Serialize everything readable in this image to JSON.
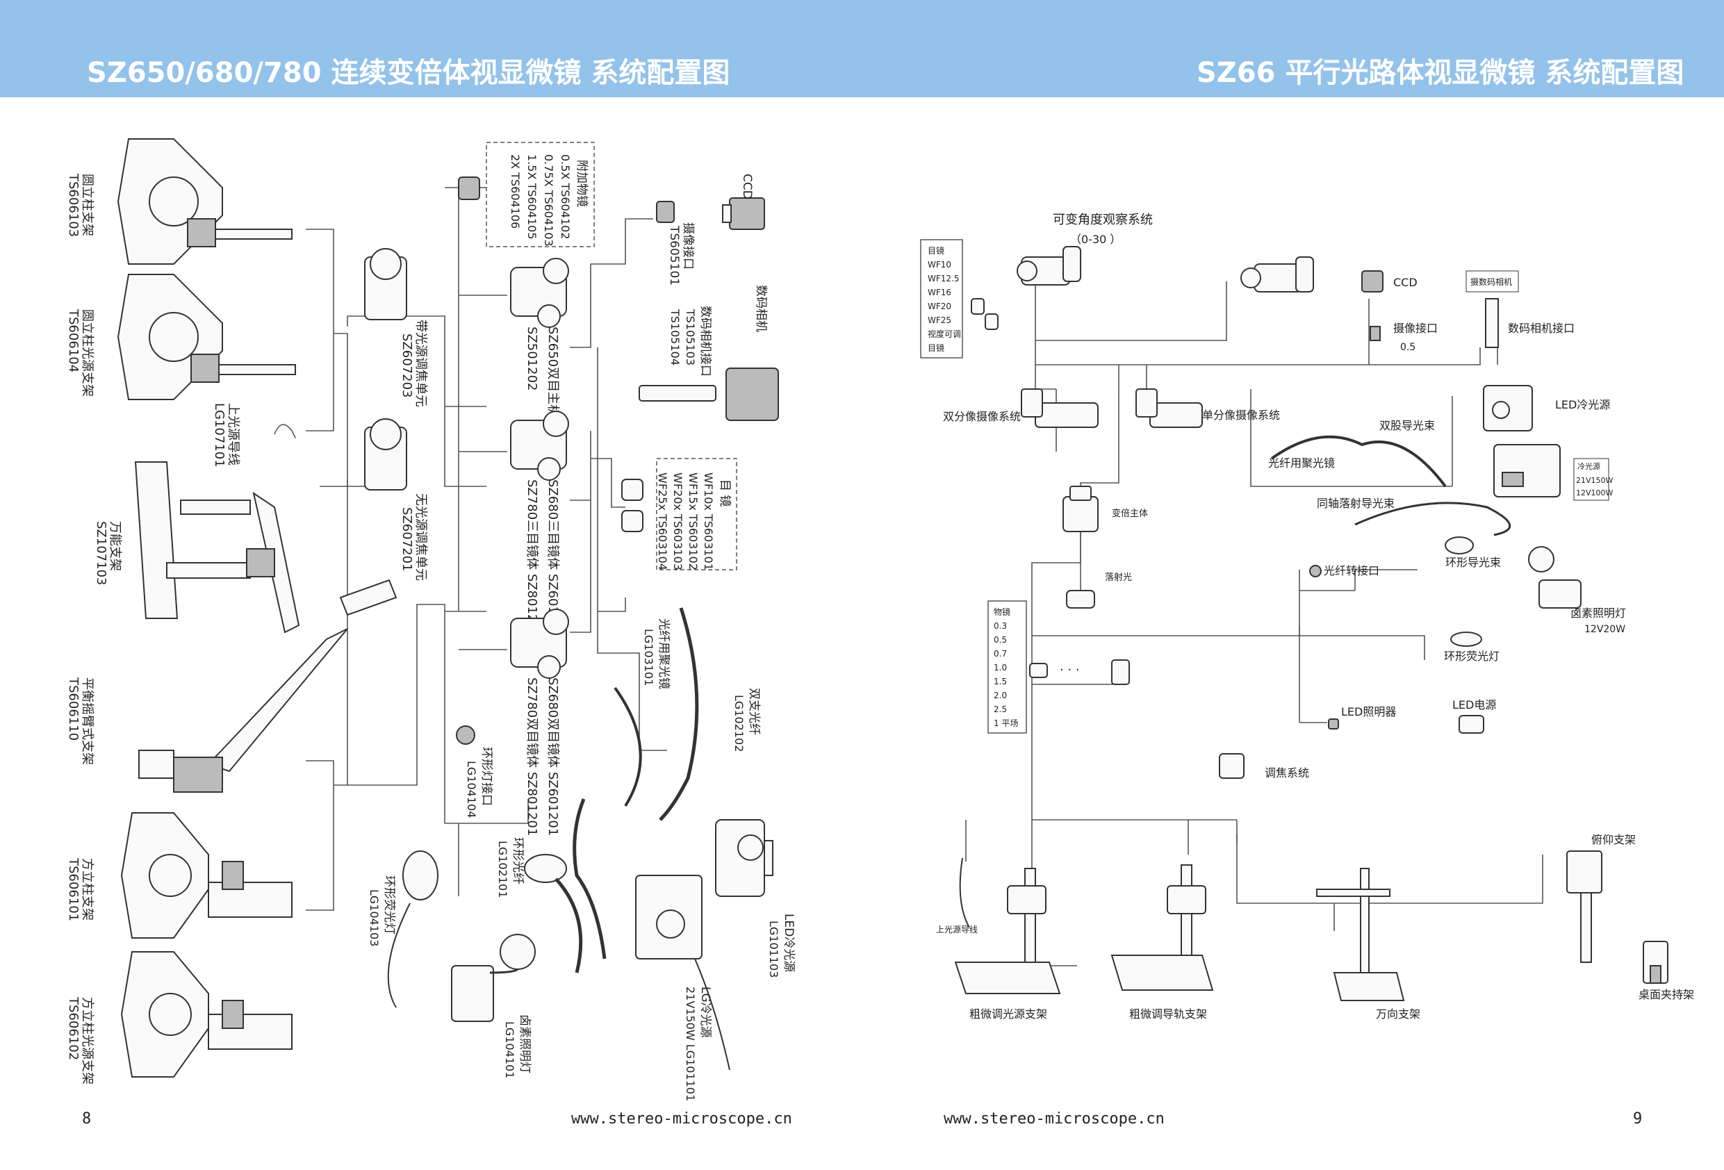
{
  "header": {
    "left_title": "SZ650/680/780 连续变倍体视显微镜 系统配置图",
    "right_title": "SZ66 平行光路体视显微镜 系统配置图",
    "bar_color": "#93c2ea"
  },
  "left_diagram": {
    "stands": [
      {
        "label": "圆立柱支架",
        "code": "TS606103"
      },
      {
        "label": "圆立柱光源支架",
        "code": "TS606104"
      },
      {
        "label": "上光源导线",
        "code": "LG107101"
      },
      {
        "label": "万能支架",
        "code": "SZ107103"
      },
      {
        "label": "平衡摇臂式支架",
        "code": "TS606110"
      },
      {
        "label": "方立柱支架",
        "code": "TS606101"
      },
      {
        "label": "方立柱光源支架",
        "code": "TS606102"
      }
    ],
    "focus_units": [
      {
        "label": "带光源调焦单元",
        "code": "SZ607203"
      },
      {
        "label": "无光源调焦单元",
        "code": "SZ607201"
      }
    ],
    "aux_lens": {
      "title": "附加物镜",
      "items": [
        "0.5X TS604102",
        "0.75X TS604103",
        "1.5X TS604105",
        "2X TS604106"
      ]
    },
    "heads": [
      {
        "label": "SZ650双目主机",
        "code": "SZ501202"
      },
      {
        "label": "SZ680三目镜体 SZ601202",
        "code": "SZ780三目镜体 SZ801202"
      },
      {
        "label": "SZ680双目镜体 SZ601201",
        "code": "SZ780双目镜体 SZ801201"
      }
    ],
    "eyepiece": {
      "title": "目 镜",
      "items": [
        "WF10x TS603101",
        "WF15x TS603102",
        "WF20x TS603103",
        "WF25x TS603104"
      ]
    },
    "camera": {
      "ccd": "CCD",
      "adapter": "摄像接口",
      "adapter_code": "TS605101",
      "digital_camera": "数码相机",
      "digital_adapter": "数码相机接口",
      "digital_codes": [
        "TS105103",
        "TS105104"
      ]
    },
    "illumination": [
      {
        "label": "光纤用聚光镜",
        "code": "LG103101"
      },
      {
        "label": "双支光纤",
        "code": "LG102102"
      },
      {
        "label": "环形灯接口",
        "code": "LG104104"
      },
      {
        "label": "环形光纤",
        "code": "LG102101"
      },
      {
        "label": "环形荧光灯",
        "code": "LG104103"
      },
      {
        "label": "LED冷光源",
        "code": "LG101103"
      },
      {
        "label": "LG冷光源",
        "code": "21V150W LG101101"
      },
      {
        "label": "卤素照明灯",
        "code": "LG104101"
      }
    ]
  },
  "right_diagram": {
    "angle_system": {
      "label": "可变角度观察系统",
      "range": "（0-30 ）"
    },
    "eyepiece_box": {
      "title": "目镜",
      "items": [
        "WF10",
        "WF12.5",
        "WF16",
        "WF20",
        "WF25",
        "视度可调",
        "目镜"
      ]
    },
    "ccd": "CCD",
    "camera_adapter": "摄像接口",
    "camera_adapter_value": "0.5",
    "digital_camera": "摄数码相机",
    "digital_camera_adapter": "数码相机接口",
    "dual_split": "双分像摄像系统",
    "single_split": "单分像摄像系统",
    "fiber_condenser": "光纤用聚光镜",
    "double_fiber": "双股导光束",
    "led_cold_light": "LED冷光源",
    "cold_light": {
      "label": "冷光源",
      "specs": [
        "21V150W",
        "12V100W"
      ]
    },
    "coaxial_fiber": "同轴落射导光束",
    "zoom_body": "变倍主体",
    "epi_light": "落射光",
    "fiber_adapter": "光纤转接口",
    "ring_fiber": "环形导光束",
    "halogen_lamp": {
      "label": "卤素照明灯",
      "spec": "12V20W"
    },
    "objective_box": {
      "title": "物镜",
      "items": [
        "0.3",
        "0.5",
        "0.7",
        "1.0",
        "1.5",
        "2.0",
        "2.5",
        "1 平场"
      ]
    },
    "dots": "· · ·",
    "ring_fluorescent": "环形荧光灯",
    "led_lamp": "LED照明器",
    "led_power": "LED电源",
    "focus_system": "调焦系统",
    "tilt_stand": "俯仰支架",
    "top_light_cable": "上光源导线",
    "stands": [
      "粗微调光源支架",
      "粗微调导轨支架",
      "万向支架",
      "桌面夹持架"
    ]
  },
  "footer": {
    "left_page": "8",
    "left_url": "www.stereo-microscope.cn",
    "right_url": "www.stereo-microscope.cn",
    "right_page": "9"
  }
}
